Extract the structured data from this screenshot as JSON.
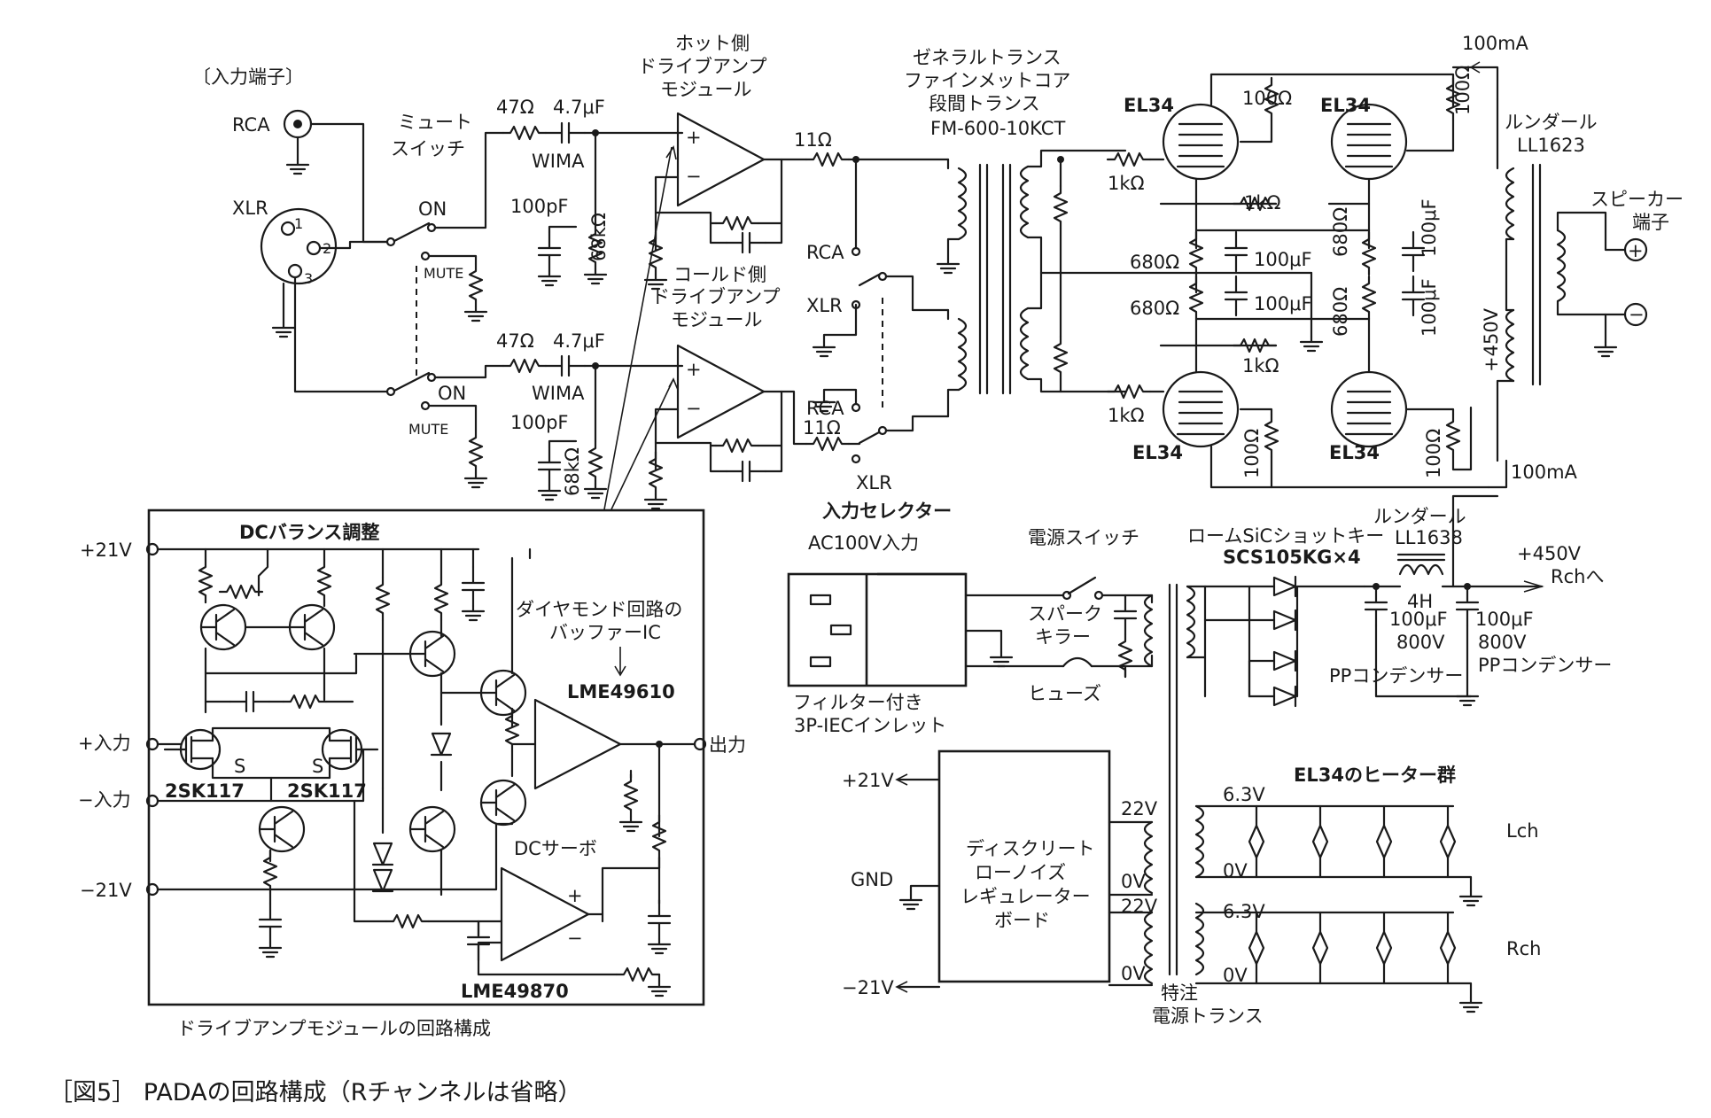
{
  "caption": "［図5］ PADAの回路構成（Rチャンネルは省略）",
  "input": {
    "heading": "〔入力端子〕",
    "rca": "RCA",
    "xlr": "XLR",
    "pin1": "1",
    "pin2": "2",
    "pin3": "3",
    "mute_switch": [
      "ミュート",
      "スイッチ"
    ],
    "on": "ON",
    "mute": "MUTE"
  },
  "front_end": {
    "r47": "47Ω",
    "c47": "4.7μF",
    "wima": "WIMA",
    "c100p": "100pF",
    "r68k": "68kΩ"
  },
  "drive_modules": {
    "hot": [
      "ホット側",
      "ドライブアンプ",
      "モジュール"
    ],
    "cold": [
      "コールド側",
      "ドライブアンプ",
      "モジュール"
    ],
    "r11": "11Ω"
  },
  "selector": {
    "rca": "RCA",
    "xlr": "XLR",
    "label": "入力セレクター"
  },
  "interstage": {
    "label": [
      "ゼネラルトランス",
      "ファインメットコア",
      "段間トランス"
    ],
    "model": "FM-600-10KCT"
  },
  "output_stage": {
    "tube": "EL34",
    "r1k": "1kΩ",
    "r100": "100Ω",
    "r680": "680Ω",
    "c100u": "100μF",
    "i100ma": "100mA",
    "b450": "+450V",
    "otx": [
      "ルンダール",
      "LL1623"
    ],
    "speaker": [
      "スピーカー",
      "端子"
    ],
    "plus": "+",
    "minus": "−"
  },
  "power": {
    "ac_in": "AC100V入力",
    "inlet": [
      "フィルター付き",
      "3P-IECインレット"
    ],
    "switch": "電源スイッチ",
    "spark": [
      "スパーク",
      "キラー"
    ],
    "fuse": "ヒューズ",
    "diode_title": "ロームSiCショットキー",
    "diode_model": "SCS105KG×4",
    "choke": [
      "ルンダール",
      "LL1638"
    ],
    "choke_val": "4H",
    "c1": [
      "100μF",
      "800V"
    ],
    "c1_type": "PPコンデンサー",
    "c2": [
      "100μF",
      "800V"
    ],
    "c2_type": "PPコンデンサー",
    "out": [
      "+450V",
      "Rchへ"
    ],
    "transformer": [
      "特注",
      "電源トランス"
    ],
    "v22": "22V",
    "v0": "0V",
    "v63": "6.3V",
    "heaters": "EL34のヒーター群",
    "lch": "Lch",
    "rch": "Rch"
  },
  "regulator": {
    "lines": [
      "ディスクリート",
      "ローノイズ",
      "レギュレーター",
      "ボード"
    ],
    "p21": "+21V",
    "gnd": "GND",
    "m21": "−21V"
  },
  "module": {
    "title": "ドライブアンプモジュールの回路構成",
    "dc_balance": "DCバランス調整",
    "p21": "+21V",
    "in_p": "+入力",
    "in_m": "−入力",
    "m21": "−21V",
    "fet": "2SK117",
    "s": "S",
    "diamond": [
      "ダイヤモンド回路の",
      "バッファーIC"
    ],
    "buffer_ic": "LME49610",
    "output": "出力",
    "servo": "DCサーボ",
    "servo_ic": "LME49870"
  }
}
